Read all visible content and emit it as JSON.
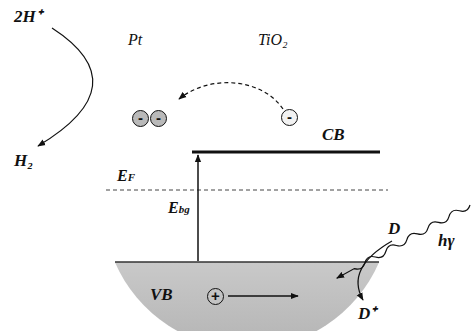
{
  "diagram": {
    "nodes": [
      {
        "text": [
          "Pt",
          "-",
          "-"
        ]
      },
      {
        "text": [
          "TiO₂",
          "-",
          "CB",
          "EF",
          "Ebg",
          "VB",
          "+"
        ]
      }
    ],
    "labels": [
      "2H⁺",
      "H₂",
      "hγ",
      "D",
      "D⁺"
    ]
  }
}
